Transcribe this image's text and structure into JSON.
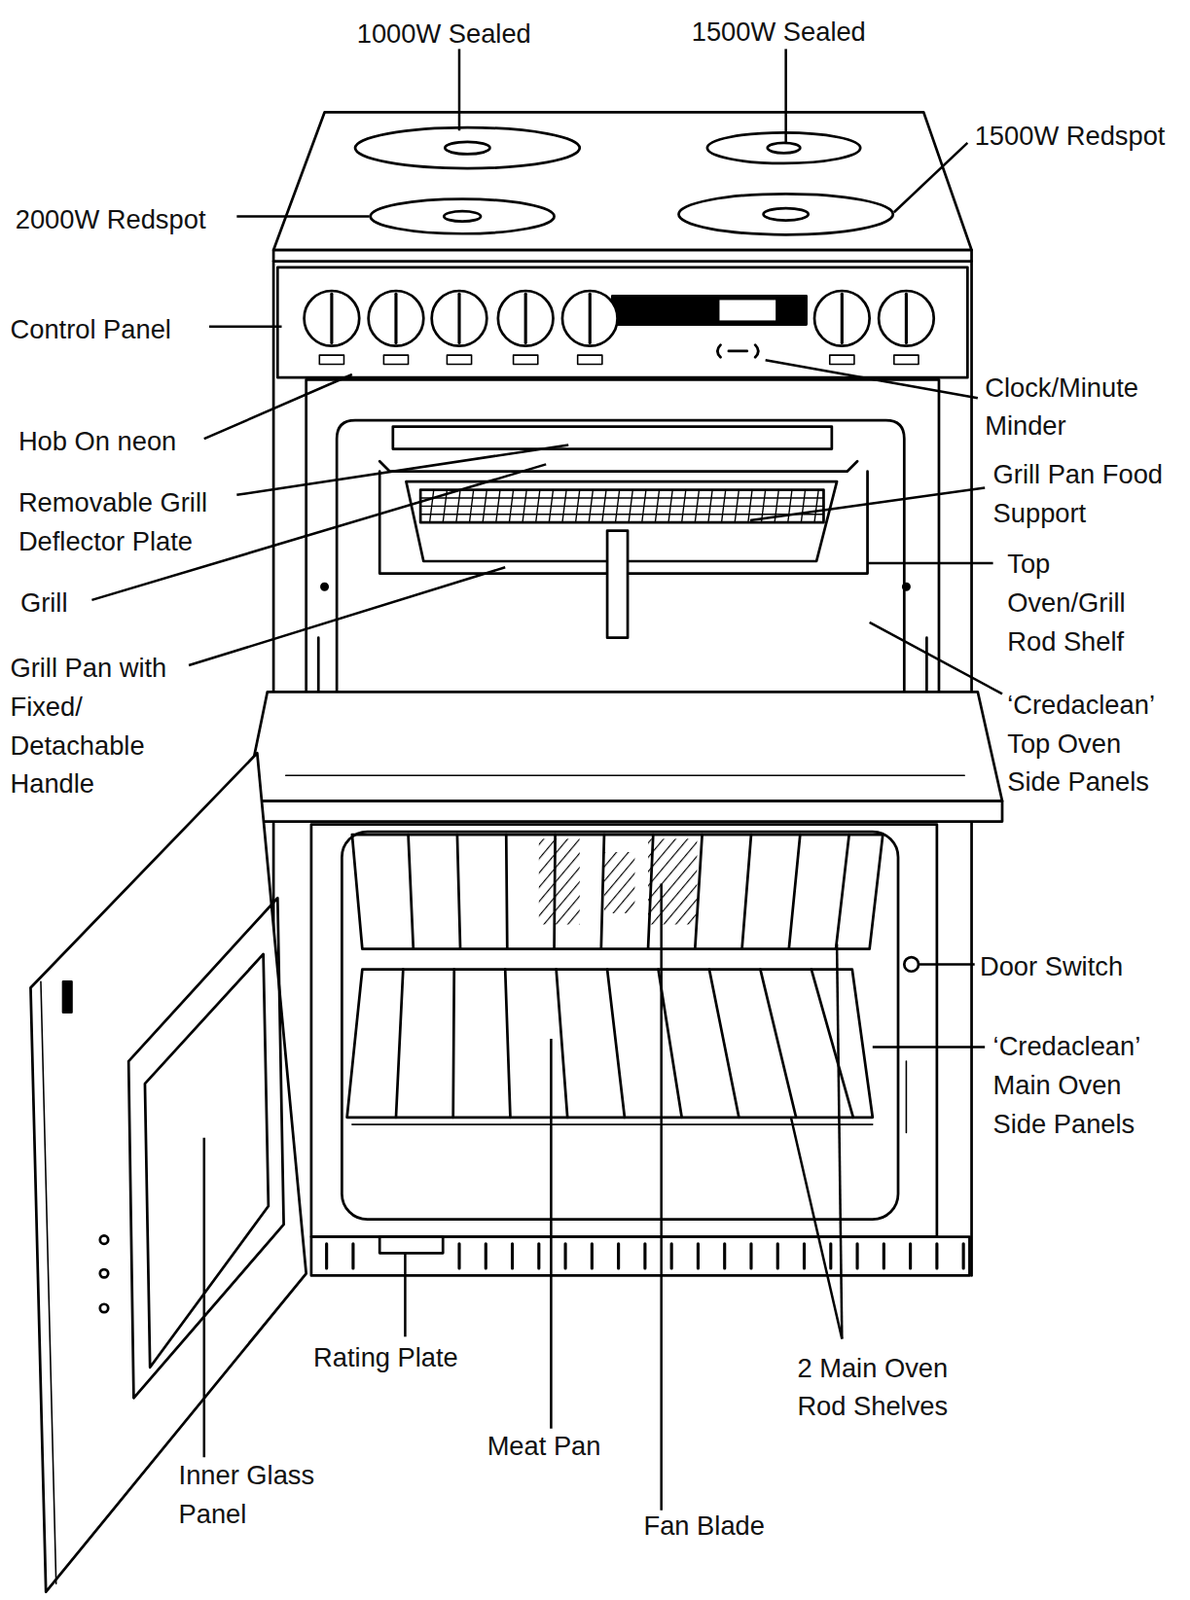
{
  "diagram": {
    "labels": [
      "1000W Sealed",
      "1500W Sealed",
      "1500W Redspot",
      "2000W Redspot",
      "Control Panel",
      "Clock/Minute Minder",
      "Hob On neon",
      "Grill Pan Food Support",
      "Removable Grill Deflector Plate",
      "Top Oven/Grill Rod Shelf",
      "Grill",
      "Grill Pan with Fixed/ Detachable Handle",
      "‘Credaclean’ Top Oven Side Panels",
      "Door Switch",
      "‘Credaclean’ Main Oven Side Panels",
      "Rating Plate",
      "2 Main Oven Rod Shelves",
      "Meat Pan",
      "Inner Glass Panel",
      "Fan Blade"
    ]
  }
}
